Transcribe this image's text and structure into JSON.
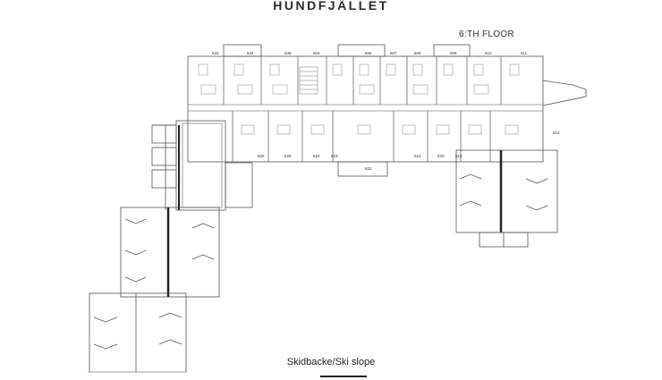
{
  "title": "HUNDFJÄLLET",
  "floor_label": "6:TH FLOOR",
  "slope_caption": "Skidbacke/Ski slope",
  "plan": {
    "units_top": [
      "633",
      "634",
      "635",
      "604",
      "606",
      "607",
      "608",
      "609",
      "610",
      "611"
    ],
    "units_bottom": [
      "626",
      "625",
      "624",
      "623",
      "622",
      "621",
      "620",
      "619"
    ],
    "unit_side": "612"
  }
}
